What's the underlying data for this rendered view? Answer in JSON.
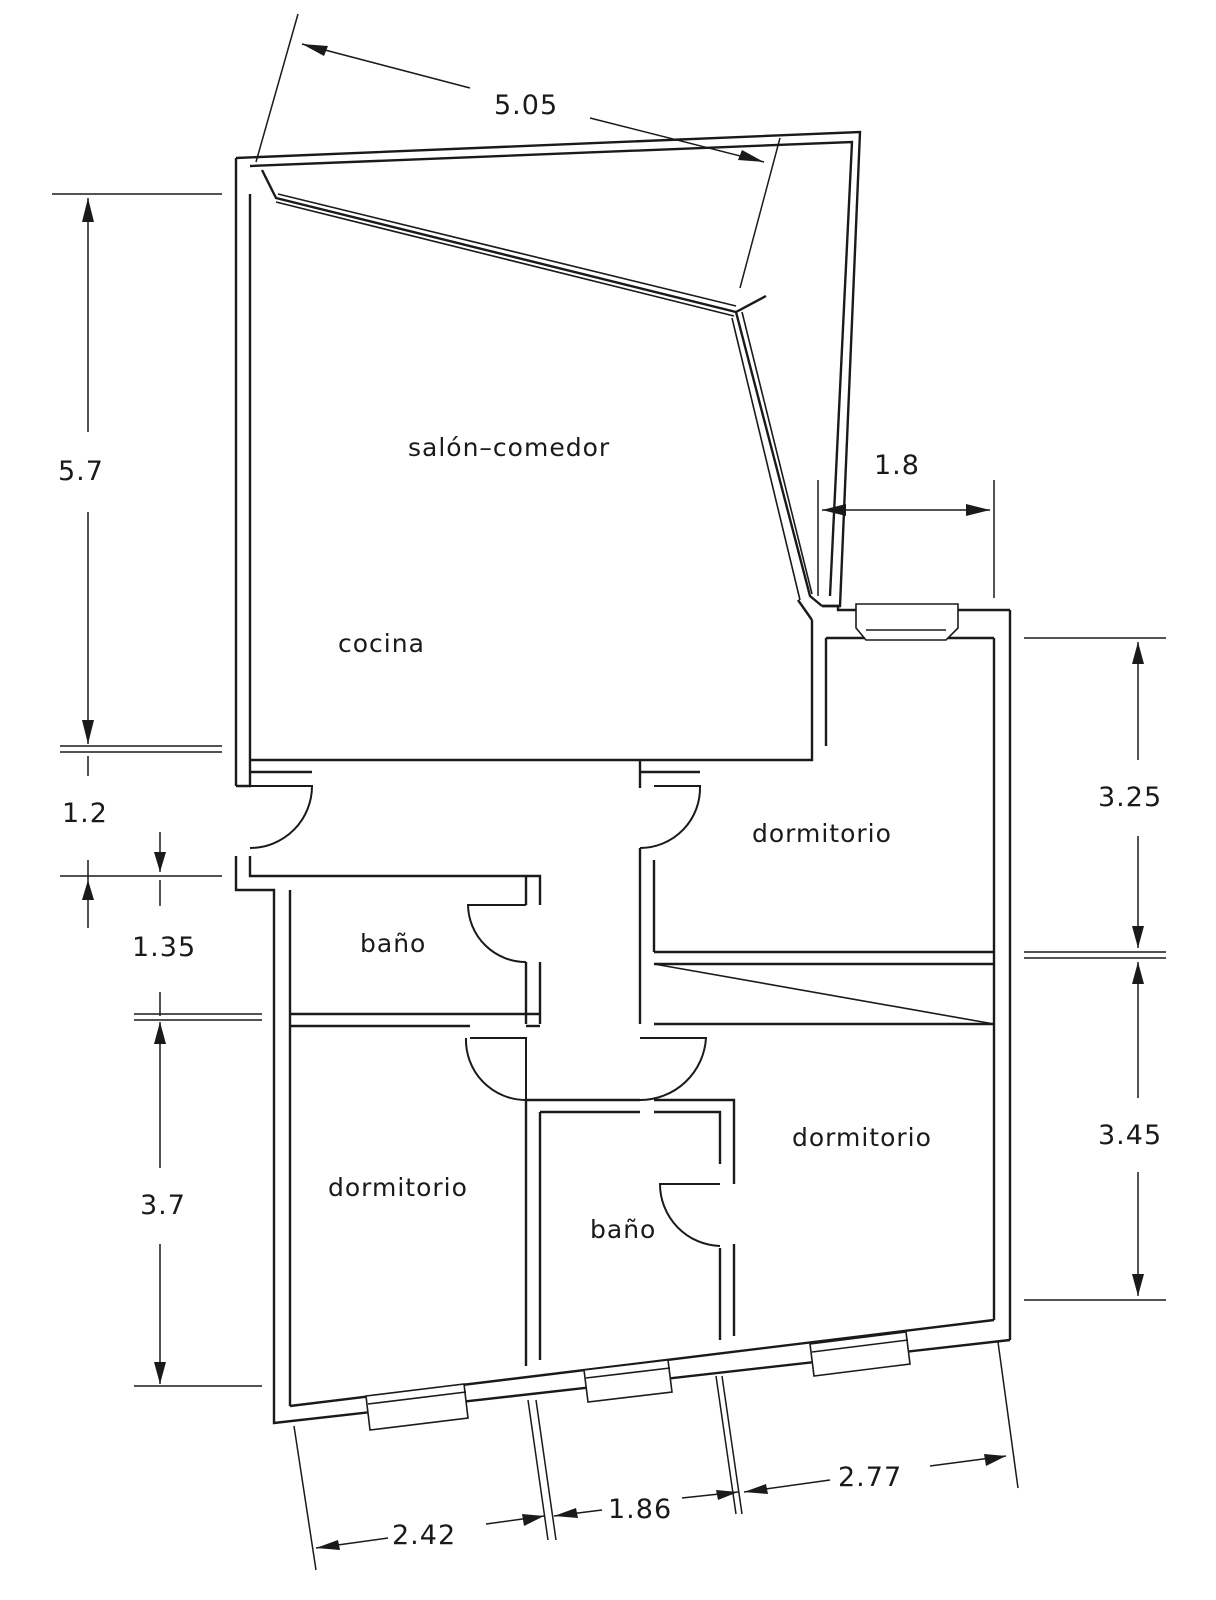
{
  "rooms": {
    "salon_comedor": "salón–comedor",
    "cocina": "cocina",
    "dormitorio_1": "dormitorio",
    "dormitorio_2": "dormitorio",
    "dormitorio_3": "dormitorio",
    "bano_1": "baño",
    "bano_2": "baño"
  },
  "dimensions": {
    "top": "5.05",
    "left_tall": "5.7",
    "left_small": "1.2",
    "left_bath": "1.35",
    "left_low": "3.7",
    "terrace": "1.8",
    "right_upper": "3.25",
    "right_lower": "3.45",
    "bottom_left": "2.42",
    "bottom_mid": "1.86",
    "bottom_right": "2.77"
  }
}
